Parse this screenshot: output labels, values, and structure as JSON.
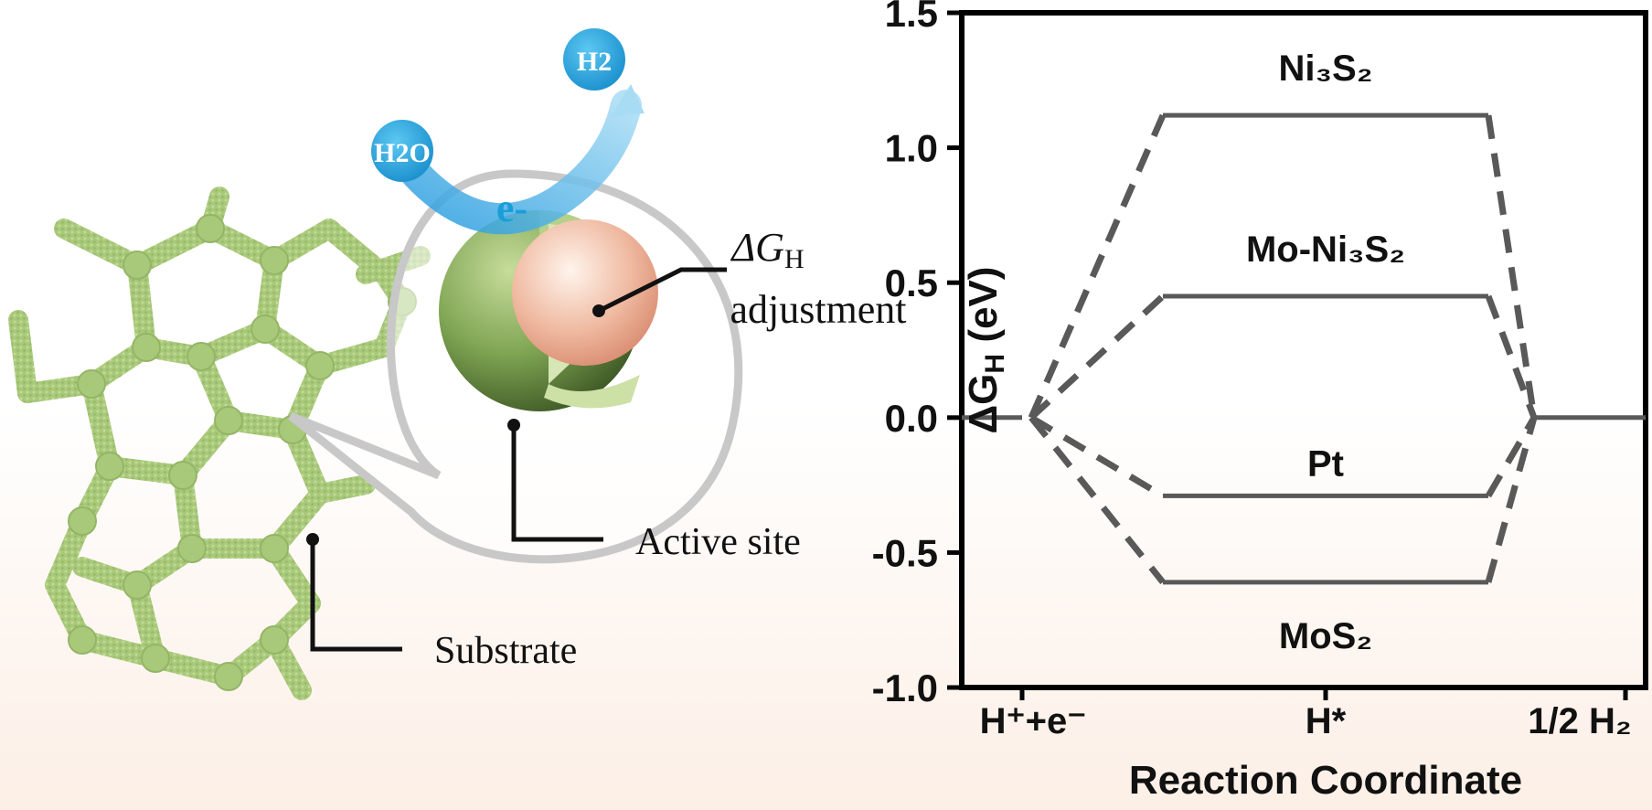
{
  "illustration": {
    "h2o_label": "H2O",
    "h2_label": "H2",
    "electron_label": "e-",
    "delta_g_label": "ΔG",
    "delta_g_sub": "H",
    "adjustment_label": "adjustment",
    "active_site_label": "Active site",
    "substrate_label": "Substrate",
    "colors": {
      "molecule_blue": "#1aa3dd",
      "arrow_blue": "#7cc8ee",
      "substrate_green": "#a9c97a",
      "shell_green": "#7fa553",
      "core_pink": "#efb9a0"
    }
  },
  "chart_data": {
    "type": "line",
    "title": "",
    "xlabel": "Reaction Coordinate",
    "ylabel": "ΔG",
    "ylabel_sub": "H",
    "ylabel_unit": " (eV)",
    "ylim": [
      -1.0,
      1.5
    ],
    "yticks": [
      -1.0,
      -0.5,
      0.0,
      0.5,
      1.0,
      1.5
    ],
    "ytick_labels": [
      "-1.0",
      "-0.5",
      "0.0",
      "0.5",
      "1.0",
      "1.5"
    ],
    "categories": [
      "H⁺+e⁻",
      "H*",
      "1/2 H₂"
    ],
    "grid": false,
    "legend": "none",
    "series": [
      {
        "name": "Ni₃S₂",
        "values": [
          0,
          1.12,
          0
        ]
      },
      {
        "name": "Mo-Ni₃S₂",
        "values": [
          0,
          0.45,
          0
        ]
      },
      {
        "name": "Pt",
        "values": [
          0,
          -0.29,
          0
        ]
      },
      {
        "name": "MoS₂",
        "values": [
          0,
          -0.61,
          0
        ]
      }
    ],
    "line_color": "#595959"
  }
}
